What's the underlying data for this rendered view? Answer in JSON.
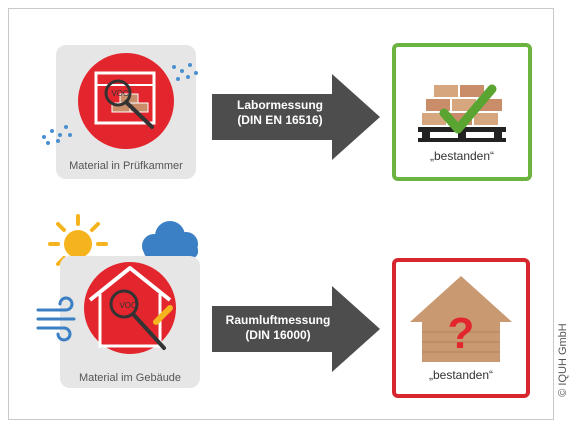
{
  "row1": {
    "source_label": "Material in Prüfkammer",
    "arrow_line1": "Labormessung",
    "arrow_line2": "(DIN EN 16516)",
    "result_label": "„bestanden“",
    "result_border_color": "#6cb33f",
    "icon_text": "VOC"
  },
  "row2": {
    "source_label": "Material im Gebäude",
    "arrow_line1": "Raumluftmessung",
    "arrow_line2": "(DIN 16000)",
    "result_label": "„bestanden“",
    "result_border_color": "#d7262e",
    "icon_text": "VOC",
    "question_mark": "?"
  },
  "copyright": "© IQUH GmbH",
  "colors": {
    "accent_red": "#e3262d",
    "arrow_gray": "#4d4d4d",
    "check_green": "#5aa532",
    "tile_gray": "#e6e6e6"
  }
}
